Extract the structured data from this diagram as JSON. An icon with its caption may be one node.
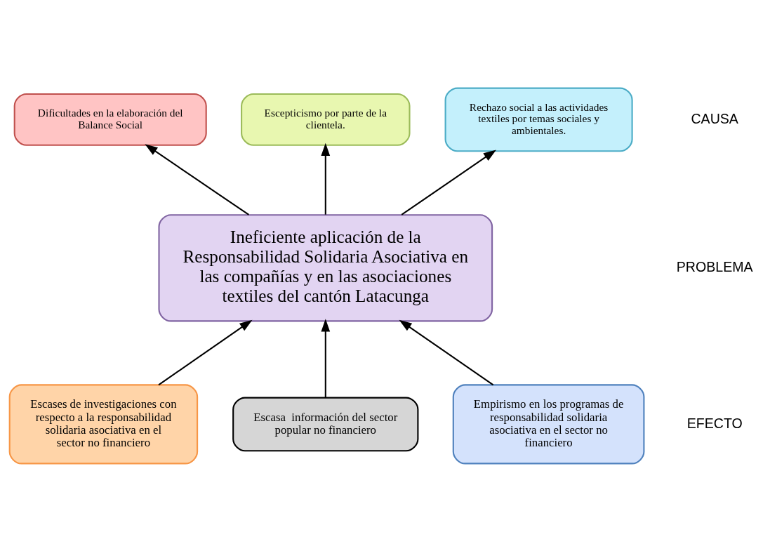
{
  "diagram": {
    "nodes": [
      {
        "text": [
          "Dificultades en la elaboración del Balance Social"
        ]
      },
      {
        "text": [
          "Escepticismo por parte de la clientela."
        ]
      },
      {
        "text": [
          "Rechazo social a las actividades textiles por temas sociales y ambientales."
        ]
      },
      {
        "text": [
          "Ineficiente aplicación de la Responsabilidad Solidaria Asociativa en las compañías y en las asociaciones textiles del cantón Latacunga"
        ]
      },
      {
        "text": [
          "Escases de investigaciones con respecto a la responsabilidad solidaria asociativa en el sector no financiero"
        ]
      },
      {
        "text": [
          "Escasa  información del sector popular no financiero"
        ]
      },
      {
        "text": [
          "Empirismo en los programas de responsabilidad solidaria asociativa en el sector no financiero"
        ]
      }
    ],
    "edges": [
      {
        "from": 3,
        "to": 0,
        "arrow": "to"
      },
      {
        "from": 3,
        "to": 1,
        "arrow": "to"
      },
      {
        "from": 3,
        "to": 2,
        "arrow": "to"
      },
      {
        "from": 4,
        "to": 3,
        "arrow": "to"
      },
      {
        "from": 5,
        "to": 3,
        "arrow": "to"
      },
      {
        "from": 6,
        "to": 3,
        "arrow": "to"
      }
    ],
    "labels": [
      "CAUSA",
      "PROBLEMA",
      "EFECTO"
    ]
  }
}
